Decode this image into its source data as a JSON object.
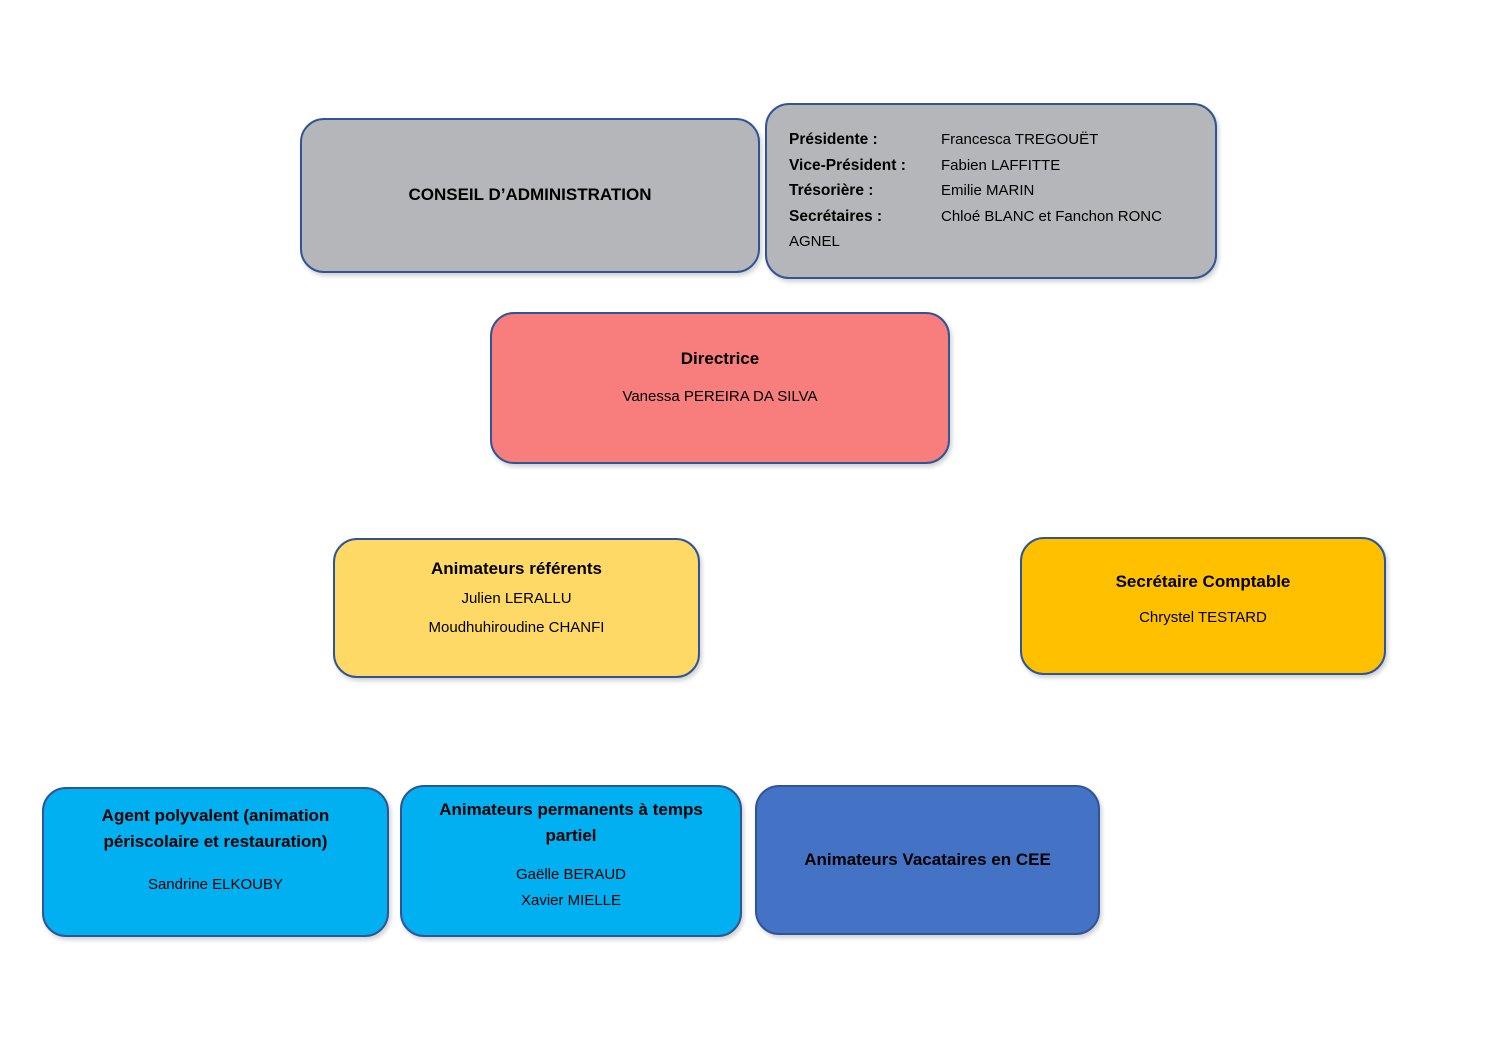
{
  "page": {
    "background": "#ffffff"
  },
  "colors": {
    "border_blue": "#2f5597",
    "gray": "#b5b6b9",
    "salmon": "#f87d7d",
    "light_yellow": "#ffd966",
    "amber": "#ffc000",
    "cyan": "#00b0f0",
    "blue": "#4472c4"
  },
  "org": {
    "conseil": {
      "title": "CONSEIL D’ADMINISTRATION"
    },
    "bureau": {
      "members": [
        {
          "role": "Présidente :",
          "name": "Francesca TREGOUËT"
        },
        {
          "role": "Vice-Président :",
          "name": "Fabien LAFFITTE"
        },
        {
          "role": "Trésorière :",
          "name": "Emilie MARIN"
        },
        {
          "role": "Secrétaires :",
          "name": "Chloé BLANC et Fanchon RONC AGNEL"
        }
      ]
    },
    "directrice": {
      "title": "Directrice",
      "name": "Vanessa PEREIRA DA SILVA"
    },
    "animateurs_referents": {
      "title": "Animateurs référents",
      "members": [
        "Julien LERALLU",
        "Moudhuhiroudine CHANFI"
      ]
    },
    "secretaire_comptable": {
      "title": "Secrétaire Comptable",
      "name": "Chrystel TESTARD"
    },
    "agent_polyvalent": {
      "title": "Agent polyvalent (animation périscolaire et restauration)",
      "name": "Sandrine ELKOUBY"
    },
    "animateurs_permanents": {
      "title": "Animateurs permanents à temps partiel",
      "members": [
        "Gaëlle BERAUD",
        "Xavier MIELLE"
      ]
    },
    "animateurs_vacataires": {
      "title": "Animateurs Vacataires en CEE"
    }
  }
}
